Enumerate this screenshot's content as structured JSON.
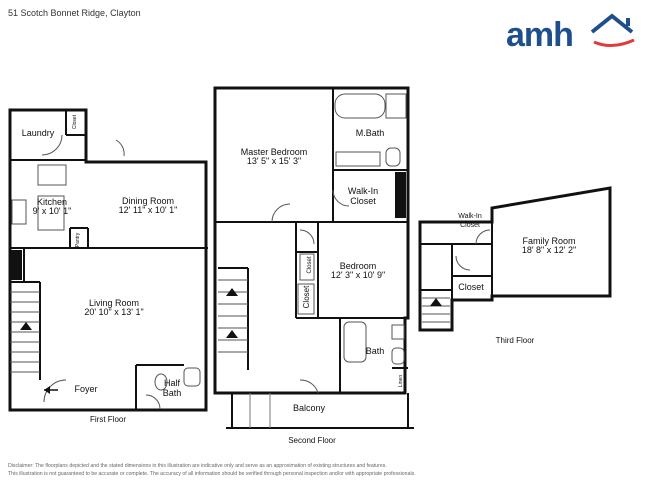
{
  "header": {
    "address": "51 Scotch Bonnet Ridge, Clayton",
    "logo_text": "amh",
    "brand_color": "#1f4e8c",
    "accent_color": "#e23a3a"
  },
  "floors": {
    "first": {
      "title": "First Floor",
      "rooms": {
        "laundry": "Laundry",
        "closet": "Closet",
        "kitchen_name": "Kitchen",
        "kitchen_dims": "9' x 10' 1\"",
        "dining_name": "Dining Room",
        "dining_dims": "12' 11\" x 10' 1\"",
        "pantry": "Pantry",
        "living_name": "Living Room",
        "living_dims": "20' 10\" x 13' 1\"",
        "half_bath_1": "Half",
        "half_bath_2": "Bath",
        "foyer": "Foyer"
      }
    },
    "second": {
      "title": "Second Floor",
      "rooms": {
        "master_name": "Master Bedroom",
        "master_dims": "13' 5\" x 15' 3\"",
        "mbath": "M.Bath",
        "walkin_1": "Walk-In",
        "walkin_2": "Closet",
        "bedroom_name": "Bedroom",
        "bedroom_dims": "12' 3\" x 10' 9\"",
        "closet_a": "Closet",
        "closet_b": "Closet",
        "bath": "Bath",
        "linen": "Linen",
        "balcony": "Balcony"
      }
    },
    "third": {
      "title": "Third Floor",
      "rooms": {
        "walkin_1": "Walk-In",
        "walkin_2": "Closet",
        "family_name": "Family Room",
        "family_dims": "18' 8\" x 12' 2\"",
        "closet": "Closet"
      }
    }
  },
  "disclaimer": {
    "line1": "Disclaimer: The floorplans depicted and the stated dimensions in this illustration are indicative only and serve as an approximation of existing structures and features.",
    "line2": "This illustration is not guaranteed to be accurate or complete. The accuracy of all information should be verified through personal inspection and/or with appropriate professionals."
  }
}
